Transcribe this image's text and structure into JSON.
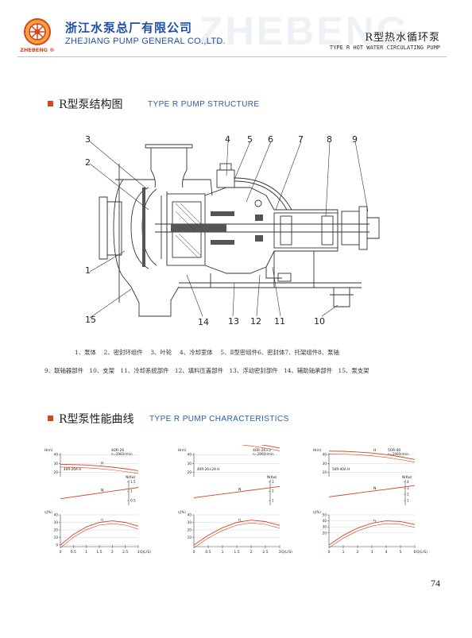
{
  "header": {
    "logo_text": "ZHEBENG ®",
    "company_cn": "浙江水泵总厂有限公司",
    "company_en": "ZHEJIANG PUMP GENERAL CO.,LTD.",
    "watermark": "ZHEBENG",
    "product_cn": "R型热水循环泵",
    "product_en": "TYPE R HOT WATER CIRCULATING PUMP",
    "colors": {
      "brand_blue": "#1f4fa8",
      "accent_orange": "#d9441f"
    }
  },
  "structure": {
    "title_cn": "R型泵结构图",
    "title_en": "TYPE R PUMP STRUCTURE",
    "callouts": [
      "1",
      "2",
      "3",
      "4",
      "5",
      "6",
      "7",
      "8",
      "9",
      "10",
      "11",
      "12",
      "13",
      "14",
      "15"
    ],
    "parts_line1": "1、泵体　 2、密封环组件　 3、叶轮　 4、冷却室体　 5、Ⅱ型密组件6、密封体7、托架组件8、泵轴",
    "parts_line2": "9、联轴器部件　10、支架　11、冷却系统部件　12、填料压盖部件　13、浮动密封部件　14、辅助轴承部件　15、泵支架"
  },
  "characteristics": {
    "title_cn": "R型泵性能曲线",
    "title_en": "TYPE R PUMP CHARACTERISTICS"
  },
  "chart_data": [
    {
      "type": "line",
      "title": "40R-26",
      "speed": "n=2960r/min",
      "secondary_label": "40R-26A H",
      "xlabel": "Q(L/S)",
      "x_ticks": [
        "0",
        "0.5",
        "1",
        "1.5",
        "2",
        "2.5",
        "3"
      ],
      "x_range": [
        0,
        3
      ],
      "series": [
        {
          "name": "H",
          "unit_label": "H(m)",
          "y_ticks": [
            "40",
            "30",
            "20"
          ],
          "x": [
            0,
            0.5,
            1,
            1.5,
            2,
            2.5,
            3
          ],
          "y": [
            29,
            28.8,
            28.2,
            27.2,
            25.8,
            24,
            21.8
          ]
        },
        {
          "name": "N",
          "unit_label": "N(Kw)",
          "y_ticks": [
            "1.5",
            "1",
            "0.5"
          ],
          "x": [
            0,
            0.5,
            1,
            1.5,
            2,
            2.5,
            3
          ],
          "y": [
            0.6,
            0.7,
            0.8,
            0.9,
            1.0,
            1.1,
            1.2
          ]
        },
        {
          "name": "η",
          "unit_label": "η(%)",
          "y_ticks": [
            "40",
            "30",
            "20",
            "10",
            "0"
          ],
          "x": [
            0,
            0.5,
            1,
            1.5,
            2,
            2.5,
            3
          ],
          "y": [
            0,
            14,
            24,
            30,
            32,
            30,
            25
          ]
        }
      ]
    },
    {
      "type": "line",
      "title": "40R-26×2",
      "speed": "n=2960r/min",
      "secondary_label": "40R-26×2A H",
      "xlabel": "Q(L/S)",
      "x_ticks": [
        "0",
        "0.5",
        "1",
        "1.5",
        "2",
        "2.5",
        "3"
      ],
      "x_range": [
        0,
        3
      ],
      "series": [
        {
          "name": "H",
          "unit_label": "H(m)",
          "y_ticks": [
            "40",
            "30",
            "20"
          ],
          "x": [
            0,
            0.5,
            1,
            1.5,
            2,
            2.5,
            3
          ],
          "y": [
            58,
            57.5,
            56.5,
            55,
            53,
            50.5,
            47.5
          ]
        },
        {
          "name": "N",
          "unit_label": "N(Kw)",
          "y_ticks": [
            "3",
            "2",
            "1"
          ],
          "x": [
            0,
            0.5,
            1,
            1.5,
            2,
            2.5,
            3
          ],
          "y": [
            1.3,
            1.5,
            1.7,
            1.9,
            2.1,
            2.3,
            2.5
          ]
        },
        {
          "name": "η",
          "unit_label": "η(%)",
          "y_ticks": [
            "40",
            "30",
            "20",
            "10"
          ],
          "x": [
            0,
            0.5,
            1,
            1.5,
            2,
            2.5,
            3
          ],
          "y": [
            0,
            13,
            23,
            30,
            33,
            31,
            26
          ]
        }
      ]
    },
    {
      "type": "line",
      "title": "50R-40",
      "speed": "n=2960r/min",
      "secondary_label": "50R-40A H",
      "xlabel": "Q(L/S)",
      "x_ticks": [
        "0",
        "1",
        "2",
        "3",
        "4",
        "5",
        "6"
      ],
      "x_range": [
        0,
        6
      ],
      "series": [
        {
          "name": "H",
          "unit_label": "H(m)",
          "y_ticks": [
            "40",
            "30",
            "20"
          ],
          "x": [
            0,
            1,
            2,
            3,
            4,
            5,
            6
          ],
          "y": [
            44,
            43.8,
            43,
            41.8,
            40,
            37.5,
            34.5
          ]
        },
        {
          "name": "N",
          "unit_label": "N(Kw)",
          "y_ticks": [
            "4",
            "3",
            "2",
            "1"
          ],
          "x": [
            0,
            1,
            2,
            3,
            4,
            5,
            6
          ],
          "y": [
            1.6,
            1.9,
            2.2,
            2.5,
            2.8,
            3.1,
            3.4
          ]
        },
        {
          "name": "η",
          "unit_label": "η(%)",
          "y_ticks": [
            "50",
            "40",
            "30",
            "20"
          ],
          "x": [
            0,
            1,
            2,
            3,
            4,
            5,
            6
          ],
          "y": [
            0,
            16,
            28,
            36,
            40,
            39,
            34
          ]
        }
      ]
    }
  ],
  "page": {
    "number": "74"
  }
}
